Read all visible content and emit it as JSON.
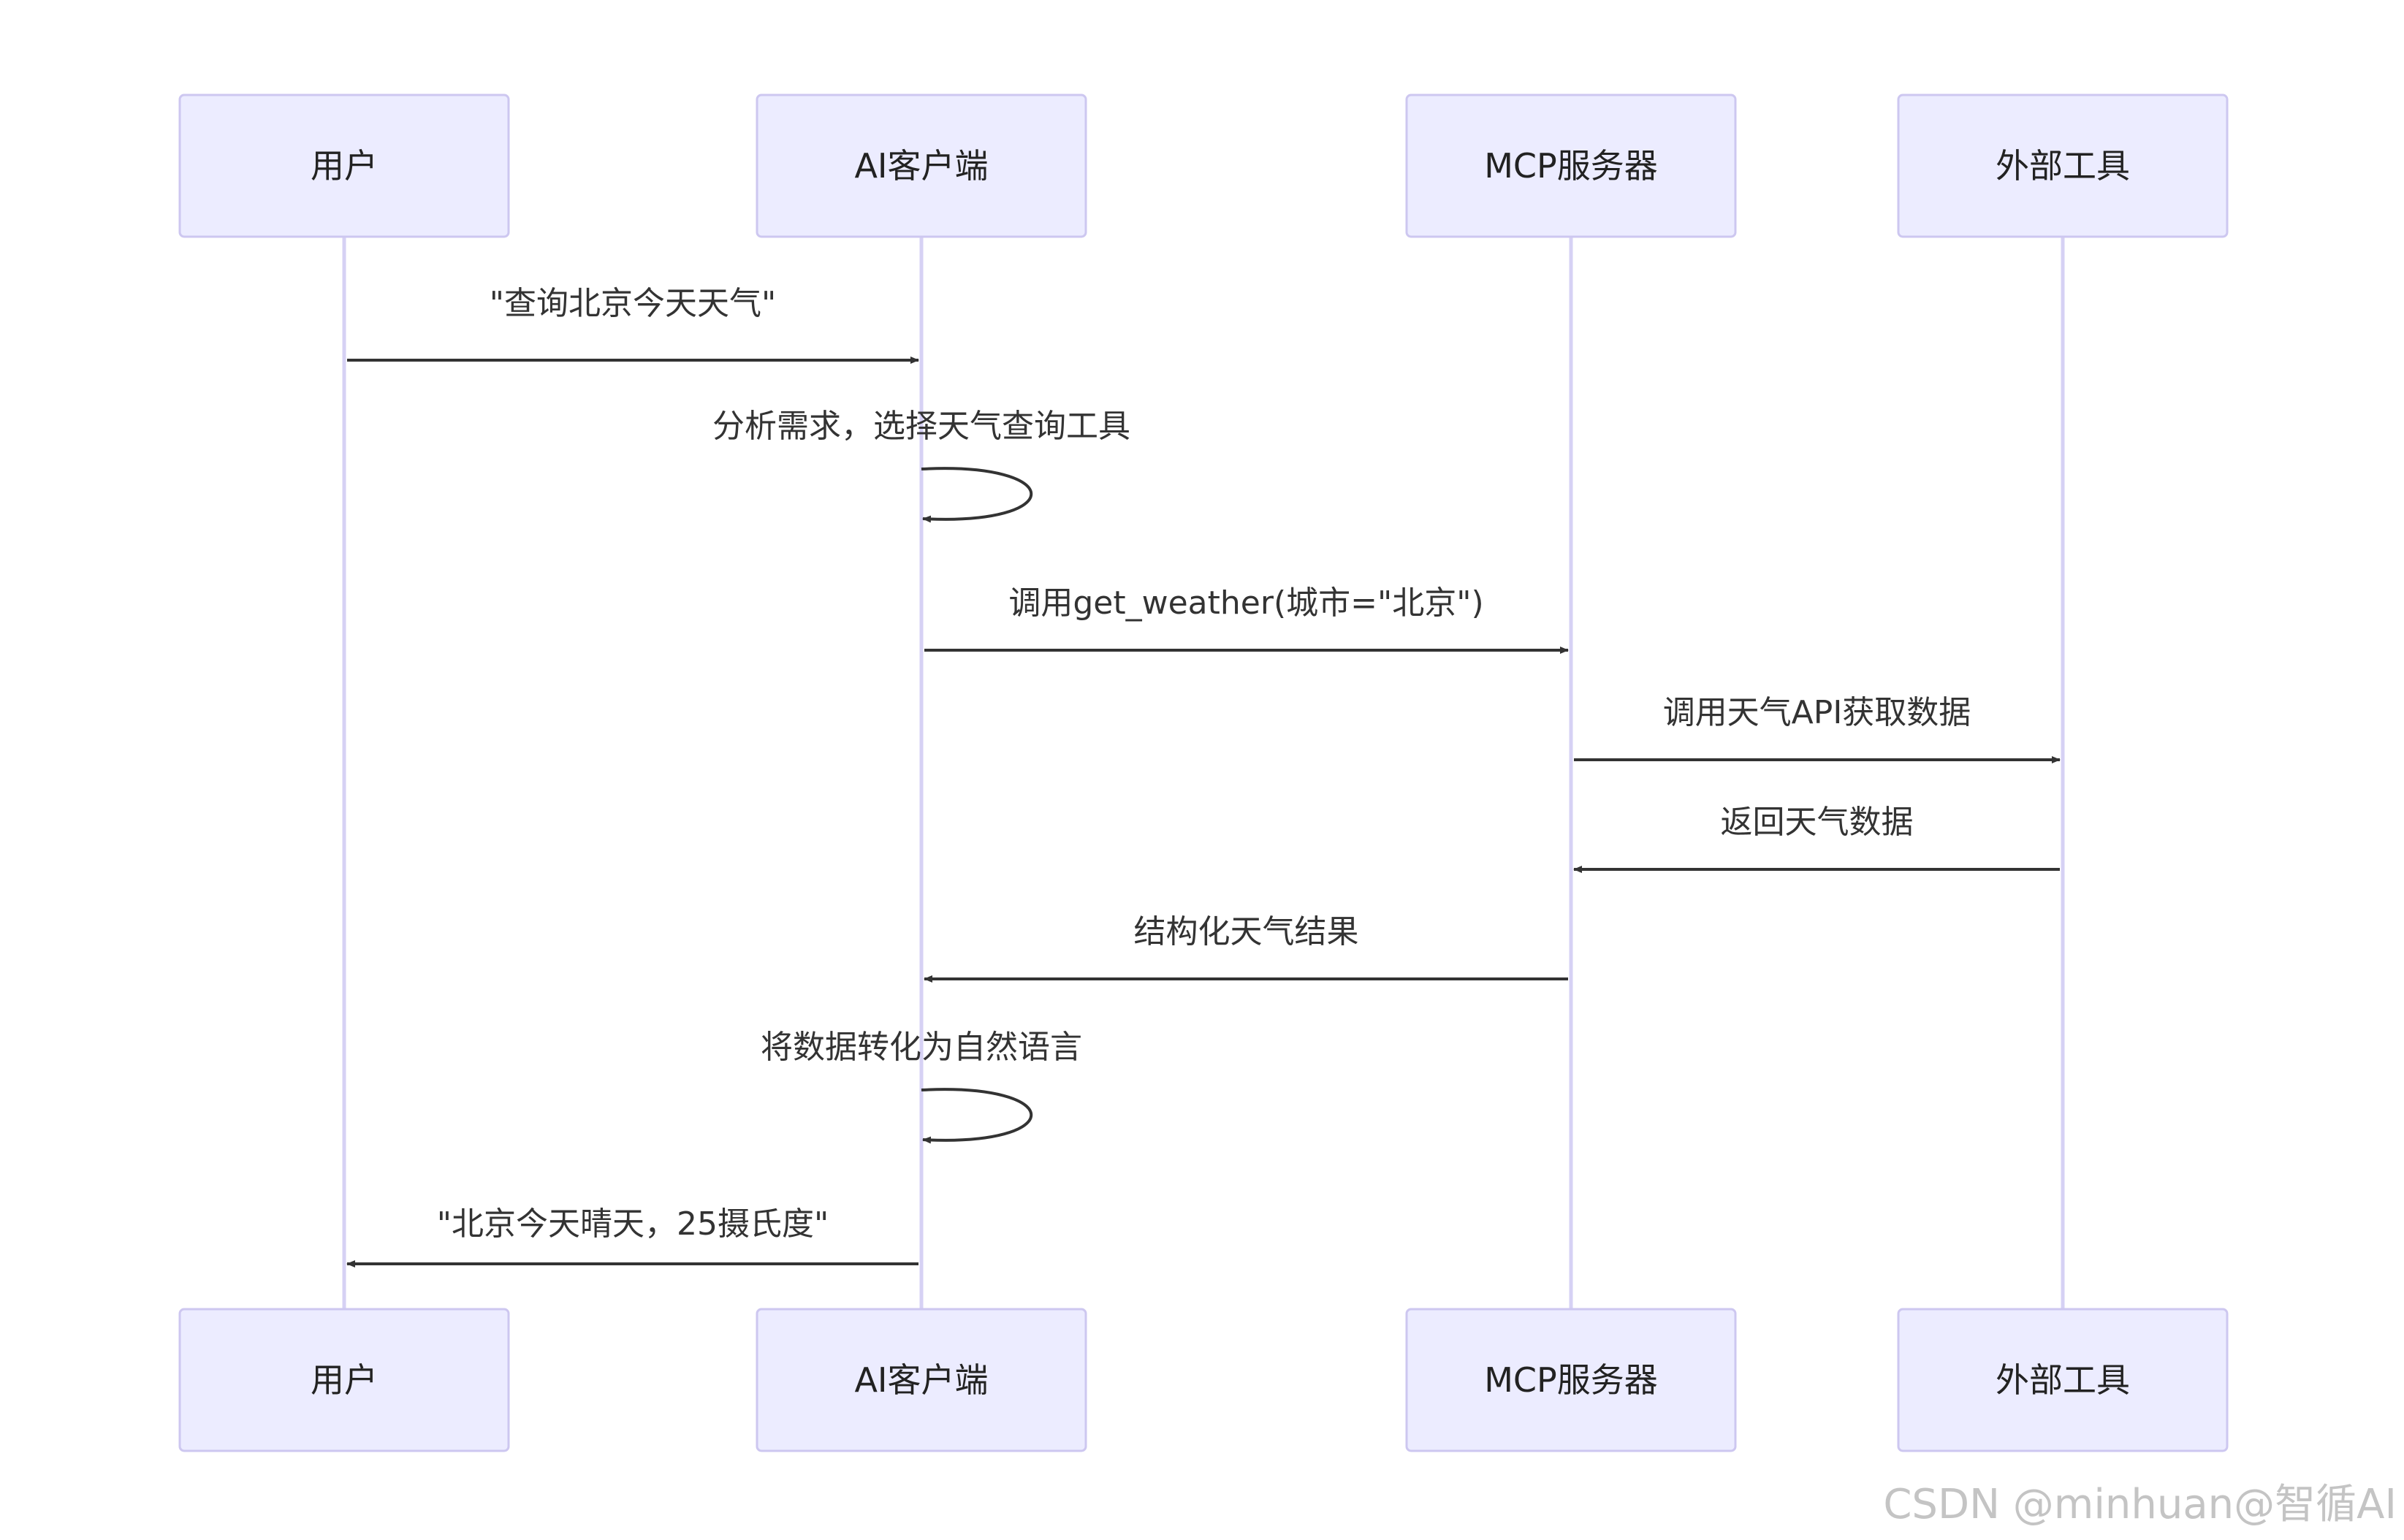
{
  "participants": [
    {
      "id": "user",
      "label": "用户"
    },
    {
      "id": "client",
      "label": "AI客户端"
    },
    {
      "id": "server",
      "label": "MCP服务器"
    },
    {
      "id": "tool",
      "label": "外部工具"
    }
  ],
  "messages": [
    {
      "from": "user",
      "to": "client",
      "text": "\"查询北京今天天气\""
    },
    {
      "from": "client",
      "to": "client",
      "text": "分析需求，选择天气查询工具"
    },
    {
      "from": "client",
      "to": "server",
      "text": "调用get_weather(城市=\"北京\")"
    },
    {
      "from": "server",
      "to": "tool",
      "text": "调用天气API获取数据"
    },
    {
      "from": "tool",
      "to": "server",
      "text": "返回天气数据"
    },
    {
      "from": "server",
      "to": "client",
      "text": "结构化天气结果"
    },
    {
      "from": "client",
      "to": "client",
      "text": "将数据转化为自然语言"
    },
    {
      "from": "client",
      "to": "user",
      "text": "\"北京今天晴天，25摄氏度\""
    }
  ],
  "watermark": "CSDN @minhuan@智循AI"
}
